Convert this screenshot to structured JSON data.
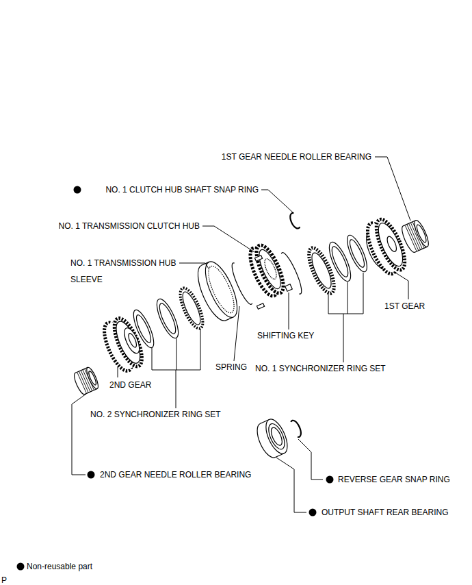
{
  "diagram": {
    "labels": [
      "1ST GEAR NEEDLE ROLLER BEARING",
      "NO. 1 CLUTCH HUB SHAFT SNAP RING",
      "NO. 1 TRANSMISSION CLUTCH HUB",
      "NO. 1 TRANSMISSION HUB SLEEVE",
      "1ST GEAR",
      "SHIFTING KEY",
      "SPRING",
      "NO. 1 SYNCHRONIZER RING SET",
      "2ND GEAR",
      "NO. 2 SYNCHRONIZER RING SET",
      "2ND GEAR NEEDLE ROLLER BEARING",
      "REVERSE GEAR SNAP RING",
      "OUTPUT SHAFT REAR BEARING",
      "P"
    ],
    "legend": [
      {
        "text": "Non-reusable part"
      }
    ]
  }
}
